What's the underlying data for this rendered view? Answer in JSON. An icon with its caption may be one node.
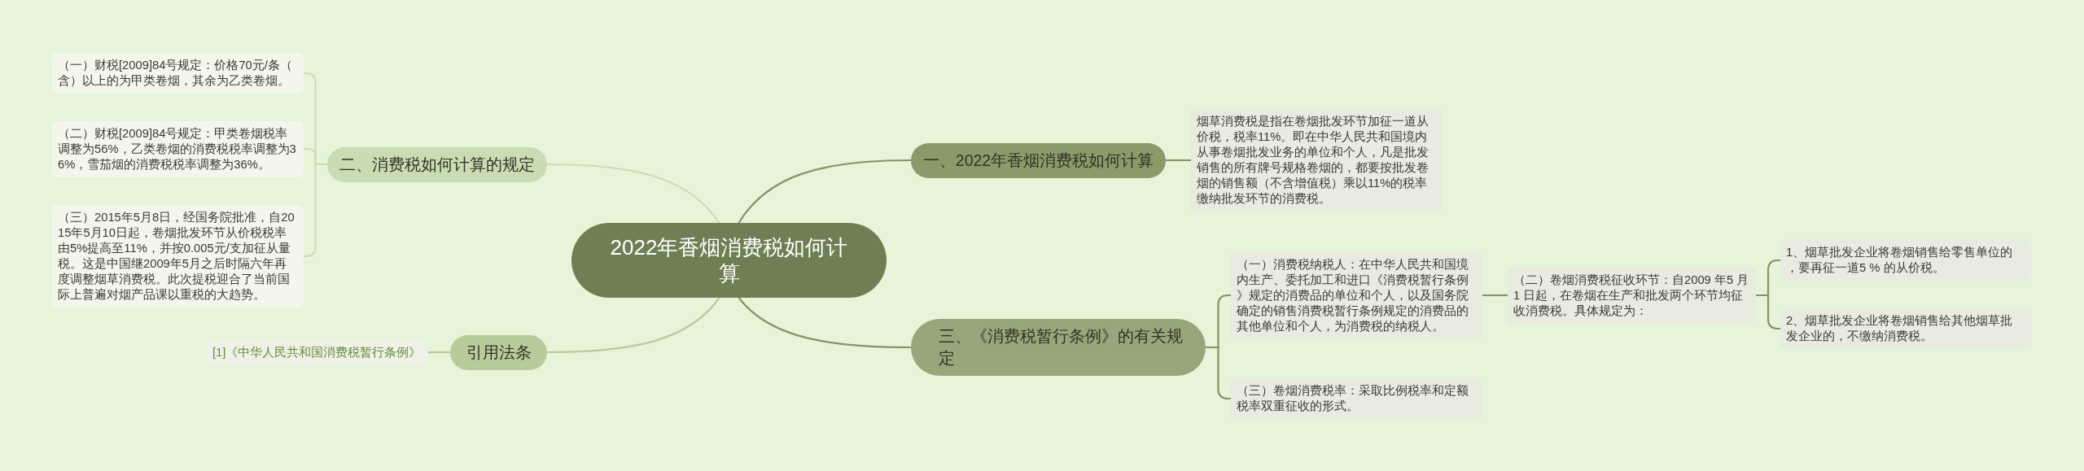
{
  "diagram": {
    "nodes": [
      {
        "text": [
          "2022年香烟消费税如何计算"
        ]
      },
      {
        "text": [
          "二、消费税如何计算的规定"
        ]
      },
      {
        "text": [
          "（一）财税[2009]84号规定：价格70元/条（含）以上的为甲类卷烟，其余为乙类卷烟。"
        ]
      },
      {
        "text": [
          "（二）财税[2009]84号规定：甲类卷烟税率调整为56%，乙类卷烟的消费税税率调整为36%，雪茄烟的消费税税率调整为36%。"
        ]
      },
      {
        "text": [
          "（三）2015年5月8日，经国务院批准，自2015年5月10日起，卷烟批发环节从价税税率由5%提高至11%，并按0.005元/支加征从量税。这是中国继2009年5月之后时隔六年再度调整烟草消费税。此次提税迎合了当前国际上普遍对烟产品课以重税的大趋势。"
        ]
      },
      {
        "text": [
          "引用法条"
        ]
      },
      {
        "text": [
          "[1]《中华人民共和国消费税暂行条例》"
        ]
      },
      {
        "text": [
          "一、2022年香烟消费税如何计算"
        ]
      },
      {
        "text": [
          "烟草消费税是指在卷烟批发环节加征一道从价税，税率11%。即在中华人民共和国境内从事卷烟批发业务的单位和个人，凡是批发销售的所有牌号规格卷烟的，都要按批发卷烟的销售额（不含增值税）乘以11%的税率缴纳批发环节的消费税。"
        ]
      },
      {
        "text": [
          "三、《消费税暂行条例》的有关规定"
        ]
      },
      {
        "text": [
          "（一）消费税纳税人：在中华人民共和国境内生产、委托加工和进口《消费税暂行条例》规定的消费品的单位和个人，以及国务院确定的销售消费税暂行条例规定的消费品的其他单位和个人，为消费税的纳税人。"
        ]
      },
      {
        "text": [
          "（二）卷烟消费税征收环节：自2009 年5 月1 日起，在卷烟在生产和批发两个环节均征收消费税。具体规定为："
        ]
      },
      {
        "text": [
          "1、烟草批发企业将卷烟销售给零售单位的，要再征一道5 % 的从价税。"
        ]
      },
      {
        "text": [
          "2、烟草批发企业将卷烟销售给其他烟草批发企业的，不缴纳消费税。"
        ]
      },
      {
        "text": [
          "（三）卷烟消费税率：采取比例税率和定额税率双重征收的形式。"
        ]
      }
    ],
    "edges": [
      {
        "from": 0,
        "to": 1,
        "arrow": "none",
        "color": "#cddcb7"
      },
      {
        "from": 1,
        "to": 2,
        "arrow": "none",
        "color": "#cddcb7"
      },
      {
        "from": 1,
        "to": 3,
        "arrow": "none",
        "color": "#cddcb7"
      },
      {
        "from": 1,
        "to": 4,
        "arrow": "none",
        "color": "#cddcb7"
      },
      {
        "from": 0,
        "to": 5,
        "arrow": "none",
        "color": "#b8cb9b"
      },
      {
        "from": 5,
        "to": 6,
        "arrow": "none",
        "color": "#b8cb9b"
      },
      {
        "from": 0,
        "to": 7,
        "arrow": "none"
      },
      {
        "from": 7,
        "to": 8,
        "arrow": "none"
      },
      {
        "from": 0,
        "to": 9,
        "arrow": "none"
      },
      {
        "from": 9,
        "to": 10,
        "arrow": "none"
      },
      {
        "from": 9,
        "to": 14,
        "arrow": "none"
      },
      {
        "from": 10,
        "to": 11,
        "arrow": "none"
      },
      {
        "from": 11,
        "to": 12,
        "arrow": "none"
      },
      {
        "from": 11,
        "to": 13,
        "arrow": "none"
      }
    ]
  }
}
